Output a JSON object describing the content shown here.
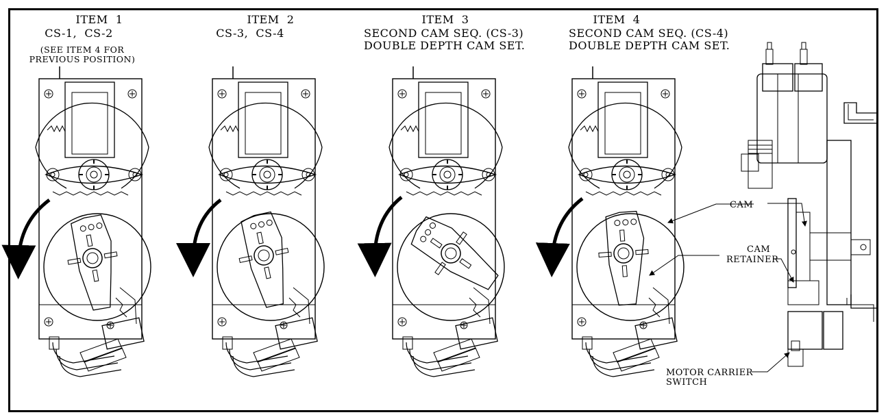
{
  "items": [
    {
      "title": "ITEM  1",
      "line1": "CS-1,  CS-2",
      "note1": "(SEE ITEM 4 FOR",
      "note2": "PREVIOUS POSITION)"
    },
    {
      "title": "ITEM  2",
      "line1": "CS-3,  CS-4"
    },
    {
      "title": "ITEM  3",
      "line1": "SECOND CAM SEQ. (CS-3)",
      "line2": "DOUBLE DEPTH CAM SET."
    },
    {
      "title": "ITEM  4",
      "line1": "SECOND CAM SEQ. (CS-4)",
      "line2": "DOUBLE DEPTH CAM SET."
    }
  ],
  "callouts": {
    "cam": "CAM",
    "cam_retainer_1": "CAM",
    "cam_retainer_2": "RETAINER",
    "motor_1": "MOTOR CARRIER",
    "motor_2": "SWITCH"
  }
}
